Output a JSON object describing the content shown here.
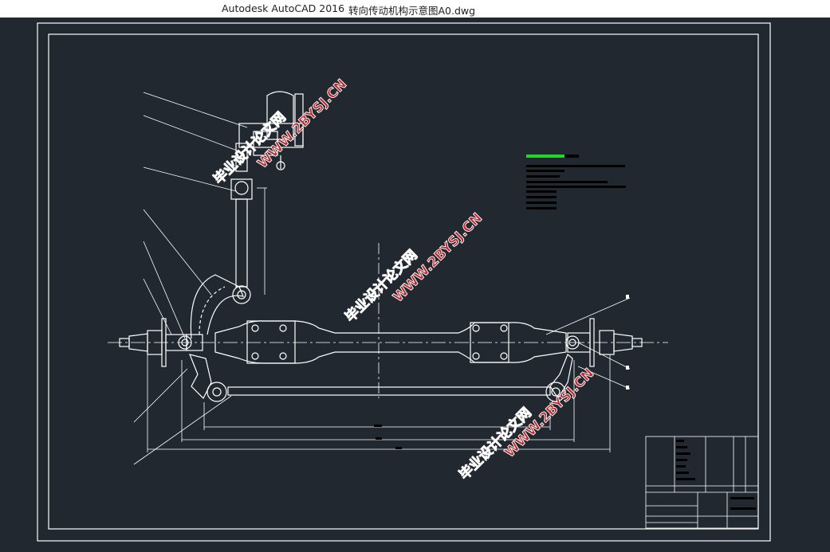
{
  "window": {
    "app_name": "Autodesk AutoCAD 2016",
    "document_name": "转向传动机构示意图A0.dwg"
  },
  "watermark": {
    "line1": "毕业设计论文网",
    "line2": "WWW.2BYSJ.CN"
  },
  "colors": {
    "background": "#212830",
    "lines": "#ffffff",
    "watermark_fill": "#c0272d",
    "highlight": "#22d52a"
  }
}
